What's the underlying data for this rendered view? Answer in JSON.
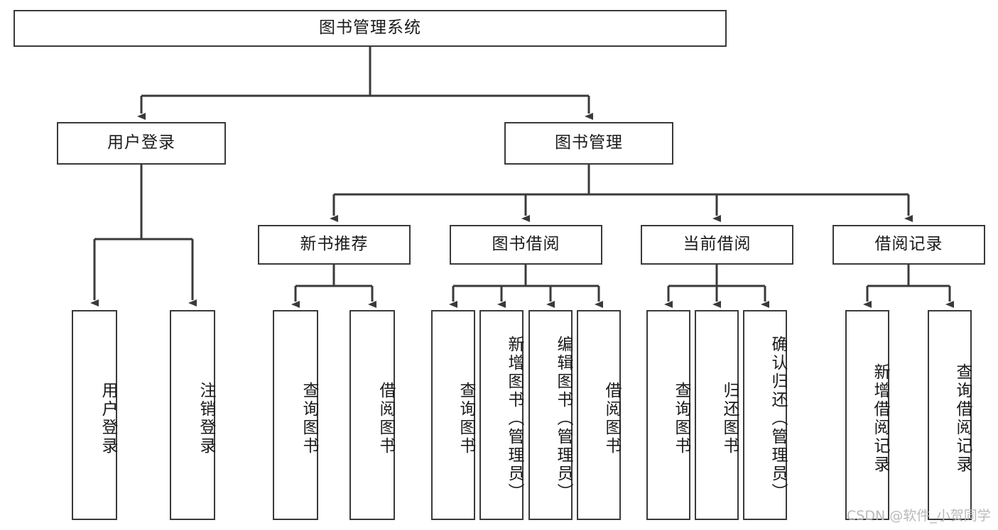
{
  "diagram": {
    "title_node": {
      "id": "root",
      "label": "图书管理系统"
    },
    "level2": [
      {
        "id": "user-login",
        "label": "用户登录"
      },
      {
        "id": "book-manage",
        "label": "图书管理"
      }
    ],
    "level3": [
      {
        "id": "new-book-rec",
        "label": "新书推荐"
      },
      {
        "id": "book-borrow",
        "label": "图书借阅"
      },
      {
        "id": "current-borrow",
        "label": "当前借阅"
      },
      {
        "id": "borrow-record",
        "label": "借阅记录"
      }
    ],
    "leaves": {
      "user_login": [
        {
          "id": "leaf-user-login",
          "label": "用户登录"
        },
        {
          "id": "leaf-logout",
          "label": "注销登录"
        }
      ],
      "new_book_rec": [
        {
          "id": "leaf-query-book-1",
          "label": "查询图书"
        },
        {
          "id": "leaf-borrow-book-1",
          "label": "借阅图书"
        }
      ],
      "book_borrow": [
        {
          "id": "leaf-query-book-2",
          "label": "查询图书"
        },
        {
          "id": "leaf-add-book",
          "label": "新增图书（管理员）"
        },
        {
          "id": "leaf-edit-book",
          "label": "编辑图书（管理员）"
        },
        {
          "id": "leaf-borrow-book-2",
          "label": "借阅图书"
        }
      ],
      "current_borrow": [
        {
          "id": "leaf-query-book-3",
          "label": "查询图书"
        },
        {
          "id": "leaf-return-book",
          "label": "归还图书"
        },
        {
          "id": "leaf-confirm-return",
          "label": "确认归还（管理员）"
        }
      ],
      "borrow_record": [
        {
          "id": "leaf-add-record",
          "label": "新增借阅记录"
        },
        {
          "id": "leaf-query-record",
          "label": "查询借阅记录"
        }
      ]
    }
  },
  "watermark": {
    "text": "CSDN @软件_小贺同学"
  },
  "colors": {
    "stroke": "#3a3a3a",
    "text": "#1a1a1a",
    "background": "#ffffff",
    "watermark": "#b9b9b9"
  }
}
